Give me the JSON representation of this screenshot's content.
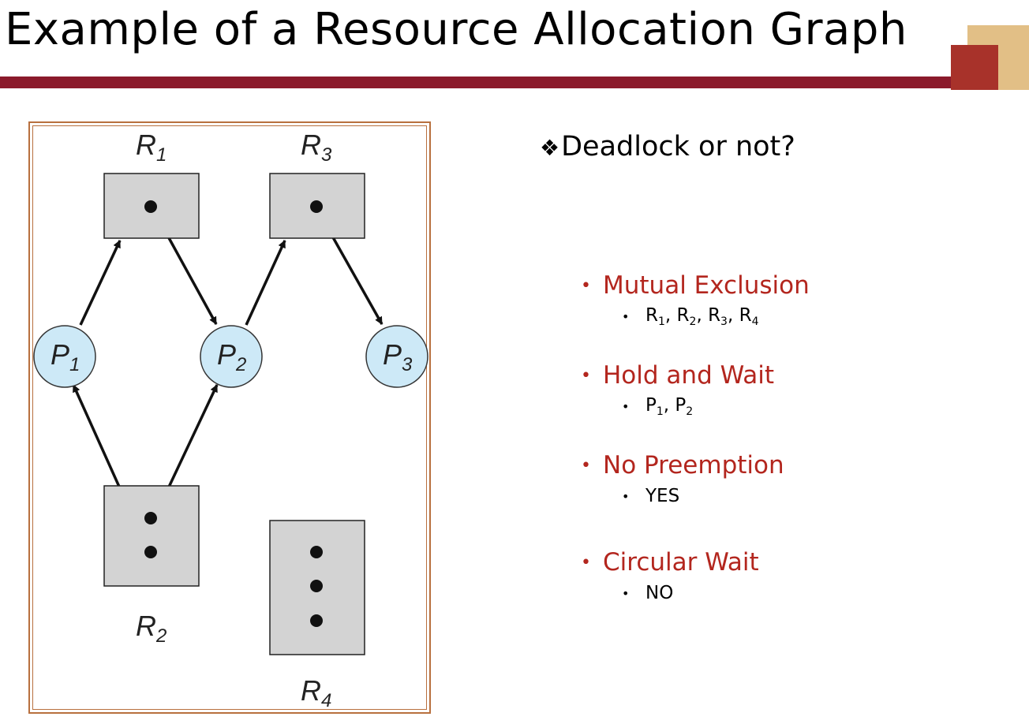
{
  "title": "Example of a Resource Allocation Graph",
  "colors": {
    "title_bar": "#8b1a2b",
    "deco_back": "#e2bf86",
    "deco_front": "#a8322a",
    "frame": "#b8703e",
    "resource_fill": "#d3d3d3",
    "process_fill": "#cde9f7",
    "accent_red": "#b3261e"
  },
  "question": {
    "marker": "❖",
    "text": "Deadlock or not?"
  },
  "conditions": [
    {
      "label": "Mutual Exclusion",
      "detail": [
        [
          "R",
          "1"
        ],
        [
          "R",
          "2"
        ],
        [
          "R",
          "3"
        ],
        [
          "R",
          "4"
        ]
      ]
    },
    {
      "label": "Hold and Wait",
      "detail": [
        [
          "P",
          "1"
        ],
        [
          "P",
          "2"
        ]
      ]
    },
    {
      "label": "No Preemption",
      "detail": [
        [
          "YES",
          ""
        ]
      ]
    },
    {
      "label": "Circular Wait",
      "detail": [
        [
          "NO",
          ""
        ]
      ]
    }
  ],
  "graph": {
    "resources": [
      {
        "id": "R1",
        "letter": "R",
        "index": "1",
        "instances": 1
      },
      {
        "id": "R2",
        "letter": "R",
        "index": "2",
        "instances": 2
      },
      {
        "id": "R3",
        "letter": "R",
        "index": "3",
        "instances": 1
      },
      {
        "id": "R4",
        "letter": "R",
        "index": "4",
        "instances": 3
      }
    ],
    "processes": [
      {
        "id": "P1",
        "letter": "P",
        "index": "1"
      },
      {
        "id": "P2",
        "letter": "P",
        "index": "2"
      },
      {
        "id": "P3",
        "letter": "P",
        "index": "3"
      }
    ],
    "edges": [
      {
        "from": "P1",
        "to": "R1",
        "kind": "request"
      },
      {
        "from": "R1",
        "to": "P2",
        "kind": "assignment"
      },
      {
        "from": "P2",
        "to": "R3",
        "kind": "request"
      },
      {
        "from": "R3",
        "to": "P3",
        "kind": "assignment"
      },
      {
        "from": "R2",
        "to": "P1",
        "kind": "assignment"
      },
      {
        "from": "R2",
        "to": "P2",
        "kind": "assignment"
      }
    ]
  }
}
